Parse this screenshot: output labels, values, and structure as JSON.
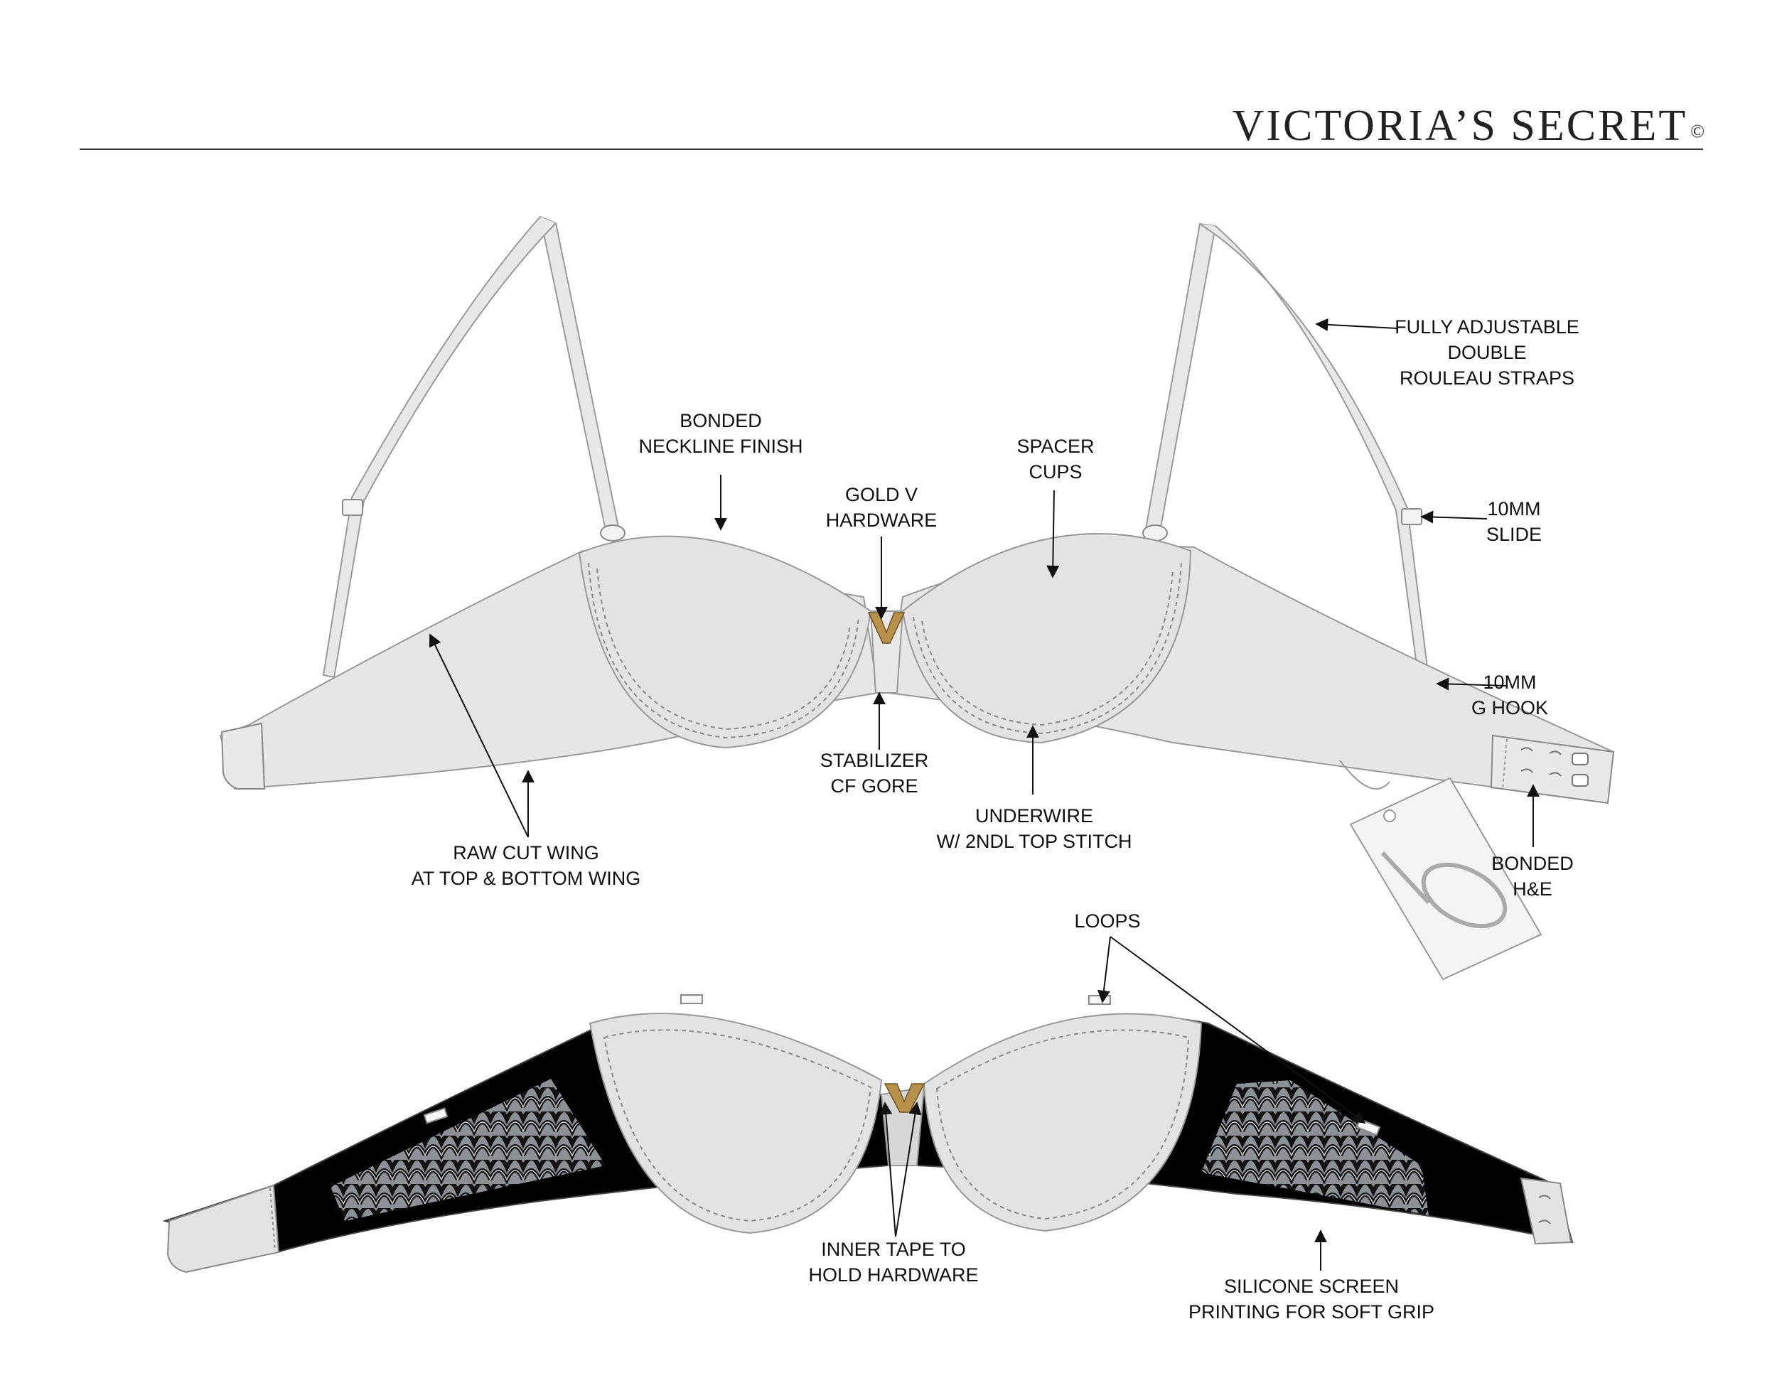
{
  "brand": {
    "name": "VICTORIA’S SECRET",
    "mark": "©"
  },
  "callouts": {
    "straps": [
      "FULLY ADJUSTABLE",
      "DOUBLE",
      "ROULEAU STRAPS"
    ],
    "neckline": [
      "BONDED",
      "NECKLINE FINISH"
    ],
    "spacer": [
      "SPACER",
      "CUPS"
    ],
    "gold_v": [
      "GOLD V",
      "HARDWARE"
    ],
    "slide": [
      "10MM",
      "SLIDE"
    ],
    "ghook": [
      "10MM",
      "G HOOK"
    ],
    "stabilizer": [
      "STABILIZER",
      "CF GORE"
    ],
    "underwire": [
      "UNDERWIRE",
      "W/ 2NDL TOP STITCH"
    ],
    "raw_cut": [
      "RAW CUT WING",
      "AT TOP & BOTTOM WING"
    ],
    "bonded_he": [
      "BONDED",
      "H&E"
    ],
    "loops": [
      "LOOPS"
    ],
    "inner_tape": [
      "INNER TAPE TO",
      "HOLD HARDWARE"
    ],
    "silicone": [
      "SILICONE SCREEN",
      "PRINTING FOR SOFT GRIP"
    ]
  },
  "colors": {
    "fabric": "#e6e6e6",
    "outline": "#999999",
    "band_back": "#000000",
    "gold": "#b8924a",
    "mesh": "#8d9196"
  }
}
